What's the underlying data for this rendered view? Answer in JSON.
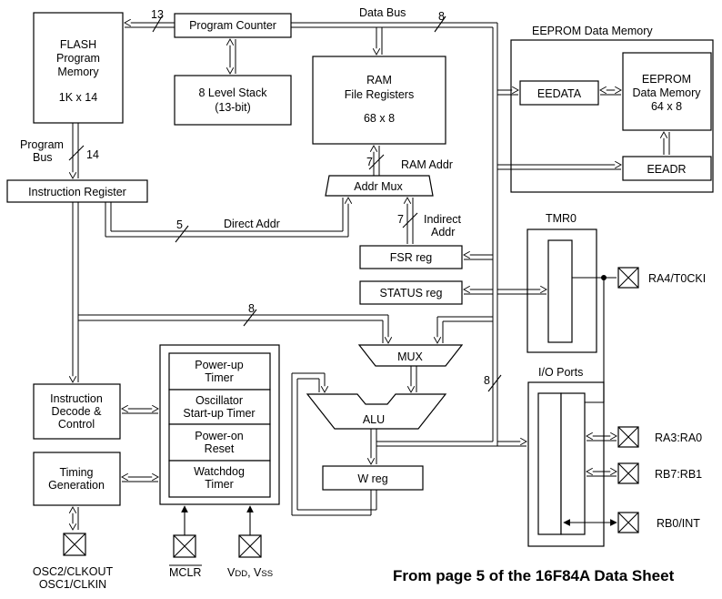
{
  "blocks": {
    "flash": [
      "FLASH",
      "Program",
      "Memory",
      "",
      "1K x 14"
    ],
    "program_counter": "Program Counter",
    "stack": [
      "8 Level Stack",
      "(13-bit)"
    ],
    "ram": [
      "RAM",
      "File Registers",
      "",
      "68 x 8"
    ],
    "eeprom_group": "EEPROM Data Memory",
    "eedata": "EEDATA",
    "eeprom_mem": [
      "EEPROM",
      "Data Memory",
      "64 x 8"
    ],
    "eeadr": "EEADR",
    "instruction_register": "Instruction Register",
    "addr_mux": "Addr Mux",
    "fsr": "FSR reg",
    "status": "STATUS reg",
    "tmr0": "TMR0",
    "mux": "MUX",
    "alu": "ALU",
    "wreg": "W reg",
    "io_ports": "I/O Ports",
    "instr_decode": [
      "Instruction",
      "Decode &",
      "Control"
    ],
    "timing": [
      "Timing",
      "Generation"
    ],
    "powerup": [
      "Power-up",
      "Timer"
    ],
    "osc_startup": [
      "Oscillator",
      "Start-up Timer"
    ],
    "por": [
      "Power-on",
      "Reset"
    ],
    "wdt": [
      "Watchdog",
      "Timer"
    ]
  },
  "labels": {
    "data_bus": "Data Bus",
    "bus_13": "13",
    "bus_8_top": "8",
    "program_bus": [
      "Program",
      "Bus"
    ],
    "bus_14": "14",
    "bus_7_ram": "7",
    "ram_addr": "RAM Addr",
    "bus_5": "5",
    "direct_addr": "Direct Addr",
    "bus_7_ind": "7",
    "indirect_addr": [
      "Indirect",
      "Addr"
    ],
    "bus_8_mid": "8",
    "bus_8_right": "8"
  },
  "pins": {
    "ra4": "RA4/T0CKI",
    "ra3": "RA3:RA0",
    "rb7": "RB7:RB1",
    "rb0": "RB0/INT",
    "osc": [
      "OSC2/CLKOUT",
      "OSC1/CLKIN"
    ],
    "mclr": "MCLR",
    "vdd_v": "V",
    "vdd_dd": "DD",
    "vdd_mid": ", V",
    "vdd_ss": "SS"
  },
  "caption": "From page 5 of the 16F84A Data Sheet"
}
